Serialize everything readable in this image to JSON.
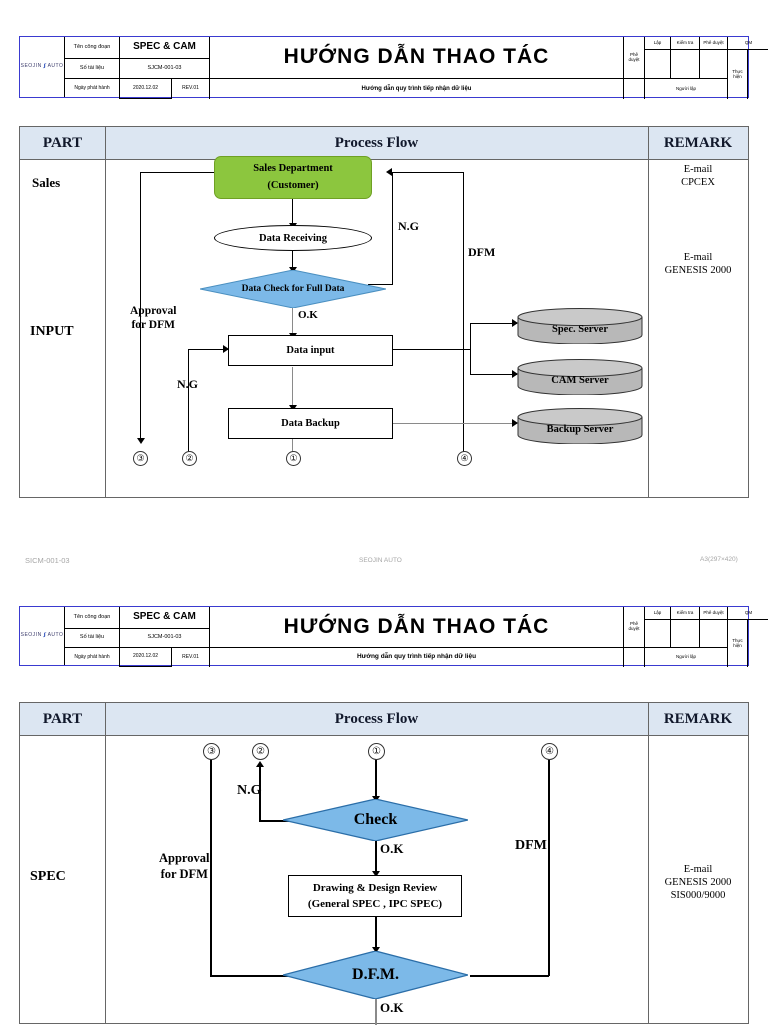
{
  "document": {
    "title": "HƯỚNG DẪN THAO TÁC",
    "subtitle": "Hướng dẫn quy trình tiếp nhận dữ liệu",
    "company": "SEOJIN",
    "company_suffix": "AUTO",
    "labels": {
      "stage_name": "Tên công đoạn",
      "stage_value": "SPEC & CAM",
      "doc_no_label": "Số tài liệu",
      "doc_no_value": "SJCM-001-03",
      "issue_date_label": "Ngày phát hành",
      "issue_date_value": "2020.12.02",
      "revision": "REV.01",
      "approve_side": "Phê duyệt",
      "prepared": "Lập",
      "checked": "Kiểm tra",
      "approved": "Phê duyệt",
      "implement": "Thực hiện",
      "qm": "QM",
      "preparer": "Người lập"
    }
  },
  "footer": {
    "left": "SICM-001-03",
    "center": "SEOJIN AUTO",
    "right": "A3(297×420)"
  },
  "table_header": {
    "part": "PART",
    "process_flow": "Process Flow",
    "remark": "REMARK"
  },
  "page1": {
    "parts": [
      {
        "label": "Sales"
      },
      {
        "label": "INPUT"
      }
    ],
    "nodes": {
      "sales_dept_line1": "Sales Department",
      "sales_dept_line2": "(Customer)",
      "data_receiving": "Data Receiving",
      "data_check": "Data Check for Full Data",
      "data_input": "Data input",
      "data_backup": "Data Backup",
      "spec_server": "Spec. Server",
      "cam_server": "CAM Server",
      "backup_server": "Backup  Server"
    },
    "flow_labels": {
      "ng_right": "N.G",
      "dfm": "DFM",
      "ok": "O.K",
      "approval_line1": "Approval",
      "approval_line2": "for DFM",
      "ng_left": "N.G"
    },
    "connectors": [
      "③",
      "②",
      "①",
      "④"
    ],
    "remarks": [
      {
        "line1": "E-mail",
        "line2": "CPCEX"
      },
      {
        "line1": "E-mail",
        "line2": "GENESIS 2000"
      }
    ]
  },
  "page2": {
    "parts": [
      {
        "label": "SPEC"
      }
    ],
    "connectors": [
      "③",
      "②",
      "①",
      "④"
    ],
    "nodes": {
      "check": "Check",
      "review_line1": "Drawing & Design Review",
      "review_line2": "(General SPEC , IPC SPEC)",
      "dfm_diamond": "D.F.M."
    },
    "flow_labels": {
      "ng": "N.G",
      "ok_check": "O.K",
      "dfm": "DFM",
      "approval_line1": "Approval",
      "approval_line2": "for DFM",
      "ok_dfm": "O.K"
    },
    "remarks": [
      {
        "line1": "E-mail",
        "line2": "GENESIS 2000",
        "line3": "SIS000/9000"
      }
    ]
  },
  "colors": {
    "header_fill": "#dce6f2",
    "green_node": "#8cc63e",
    "diamond_fill": "#7cb9e8",
    "cylinder_fill": "#b8b8b8",
    "border_blue": "#3a3ad0"
  }
}
